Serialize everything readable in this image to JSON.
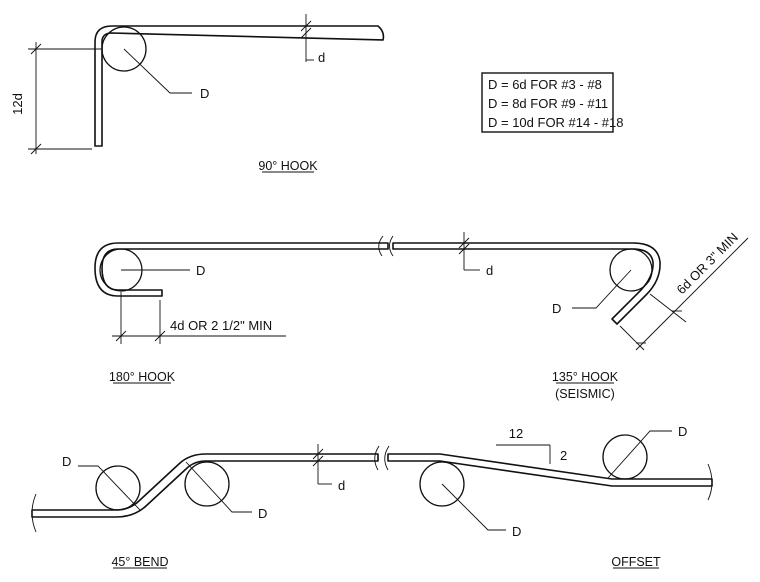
{
  "diagrams": {
    "hook90": {
      "title": "90° HOOK",
      "dim_12d": "12d",
      "dim_d": "d",
      "label_D": "D"
    },
    "diameter_table": {
      "rows": [
        "D = 6d FOR #3 - #8",
        "D = 8d FOR #9 - #11",
        "D = 10d FOR #14 - #18"
      ]
    },
    "hook180": {
      "title": "180° HOOK",
      "label_D": "D",
      "dim_ext": "4d OR 2 1/2\" MIN",
      "dim_d": "d"
    },
    "hook135": {
      "title": "135° HOOK",
      "subtitle": "(SEISMIC)",
      "label_D": "D",
      "dim_ext": "6d OR 3\" MIN"
    },
    "bend45": {
      "title": "45° BEND",
      "label_D_left": "D",
      "label_D_right": "D",
      "dim_d": "d"
    },
    "offset": {
      "title": "OFFSET",
      "label_D_top": "D",
      "label_D_bottom": "D",
      "slope_run": "12",
      "slope_rise": "2"
    }
  }
}
